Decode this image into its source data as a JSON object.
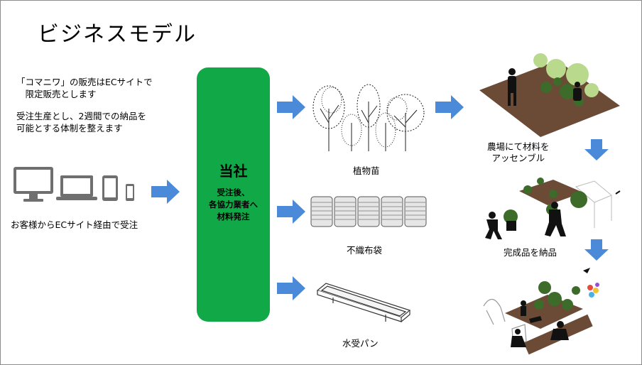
{
  "title": "ビジネスモデル",
  "notes": {
    "line1": "「コマニワ」の販売はECサイトで\n　限定販売とします",
    "line2": "受注生産とし、2週間での納品を\n可能とする体制を整えます"
  },
  "customer_caption": "お客様からECサイト経由で受注",
  "company": {
    "name": "当社",
    "description": "受注後、\n各協力業者へ\n材料発注"
  },
  "materials": [
    {
      "label": "植物苗",
      "icon": "tree-icon"
    },
    {
      "label": "不織布袋",
      "icon": "bag-icon"
    },
    {
      "label": "水受パン",
      "icon": "tray-icon"
    }
  ],
  "steps": [
    {
      "label": "農場にて材料を\nアッセンブル"
    },
    {
      "label": "完成品を納品"
    }
  ],
  "colors": {
    "arrow": "#4a8ad8",
    "company_bg": "#11a847",
    "device": "#6f6f6f",
    "floor": "#6b4a36"
  }
}
